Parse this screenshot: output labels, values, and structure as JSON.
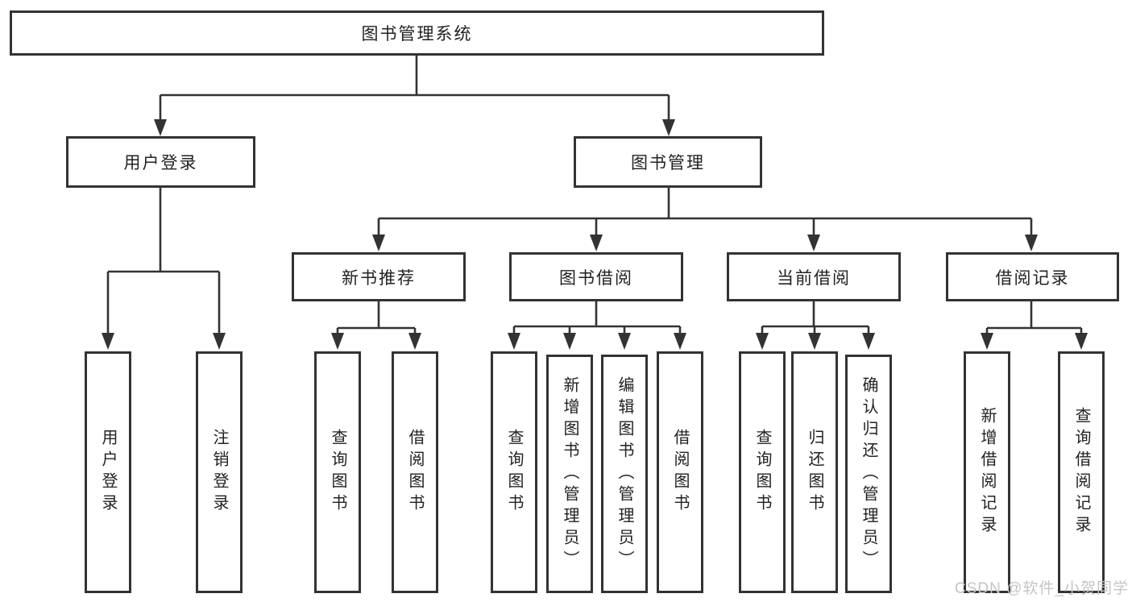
{
  "diagram": {
    "title": "图书管理系统",
    "level2": [
      {
        "label": "用户登录",
        "children": [
          {
            "label": "用户登录"
          },
          {
            "label": "注销登录"
          }
        ]
      },
      {
        "label": "图书管理",
        "children": [
          {
            "label": "新书推荐",
            "children": [
              {
                "label": "查询图书"
              },
              {
                "label": "借阅图书"
              }
            ]
          },
          {
            "label": "图书借阅",
            "children": [
              {
                "label": "查询图书"
              },
              {
                "label": "新增图书（管理员）"
              },
              {
                "label": "编辑图书（管理员）"
              },
              {
                "label": "借阅图书"
              }
            ]
          },
          {
            "label": "当前借阅",
            "children": [
              {
                "label": "查询图书"
              },
              {
                "label": "归还图书"
              },
              {
                "label": "确认归还（管理员）"
              }
            ]
          },
          {
            "label": "借阅记录",
            "children": [
              {
                "label": "新增借阅记录"
              },
              {
                "label": "查询借阅记录"
              }
            ]
          }
        ]
      }
    ]
  },
  "watermark": {
    "text": "CSDN @软件_小贺同学"
  },
  "colors": {
    "line": "#333333",
    "box_border": "#333333",
    "text": "#222222",
    "watermark": "#c3c5c8",
    "background": "#ffffff"
  }
}
